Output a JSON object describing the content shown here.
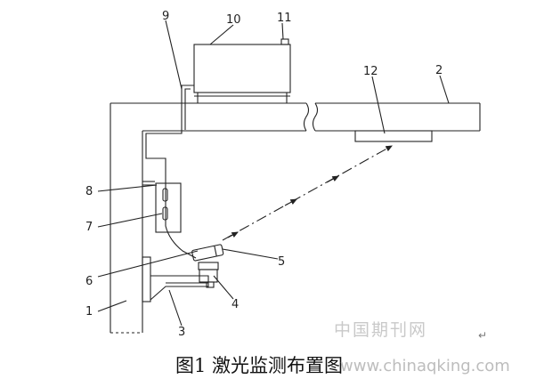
{
  "labels": {
    "l1": "1",
    "l2": "2",
    "l3": "3",
    "l4": "4",
    "l5": "5",
    "l6": "6",
    "l7": "7",
    "l8": "8",
    "l9": "9",
    "l10": "10",
    "l11": "11",
    "l12": "12"
  },
  "caption": "图1 激光监测布置图",
  "watermark": {
    "site_name": "中国期刊网",
    "url": "www.chinaqking.com"
  },
  "paragraph_mark": "↵",
  "colors": {
    "line": "#222222",
    "watermark": "#c8c8c8"
  }
}
